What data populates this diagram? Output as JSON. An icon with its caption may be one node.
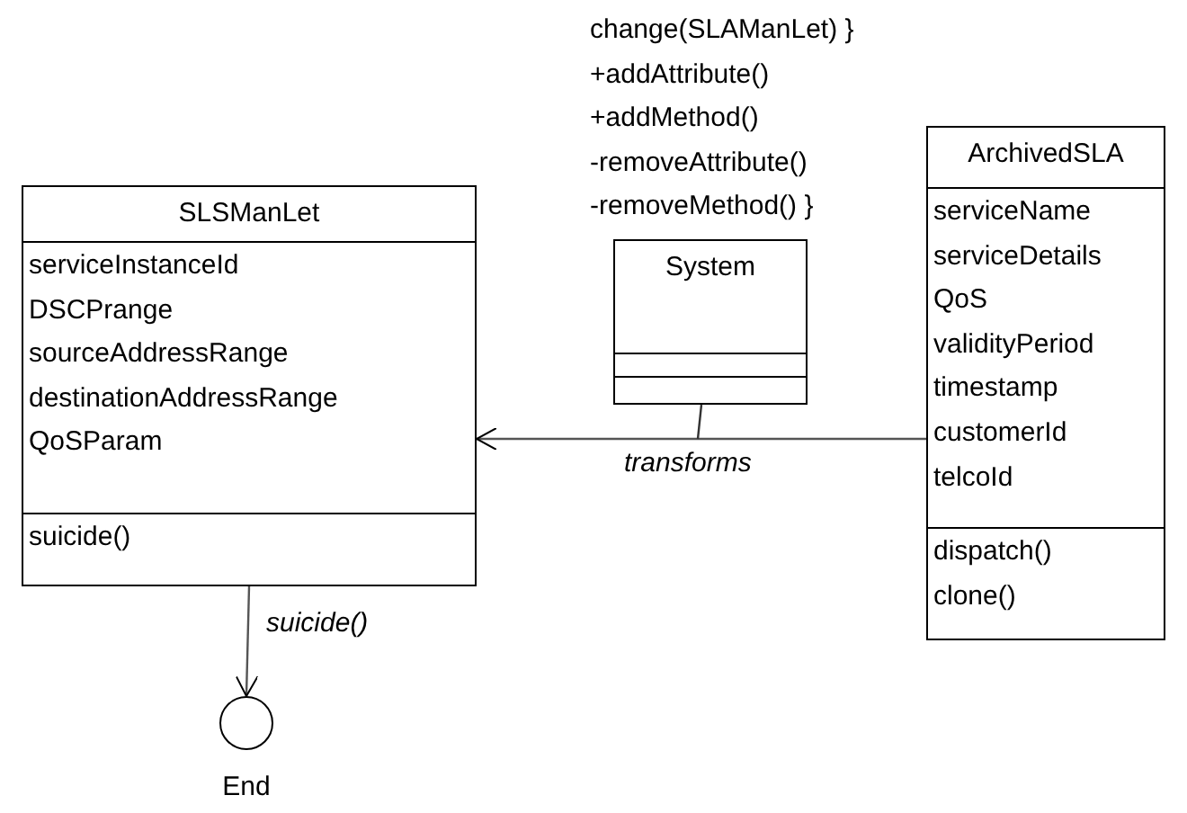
{
  "diagram": {
    "nodes": [
      {
        "text": [
          "SLSManLet",
          "serviceInstanceId",
          "DSCPrange",
          "sourceAddressRange",
          "destinationAddressRange",
          "QoSParam",
          "suicide()"
        ]
      },
      {
        "text": [
          "System"
        ],
        "beside": [
          "change(SLAManLet) }",
          "+addAttribute()",
          "+addMethod()",
          "-removeAttribute()",
          "-removeMethod() }"
        ]
      },
      {
        "text": [
          "ArchivedSLA",
          "serviceName",
          "serviceDetails",
          "QoS",
          "validityPeriod",
          "timestamp",
          "customerId",
          "telcoId",
          "dispatch()",
          "clone()"
        ]
      },
      {
        "text": [],
        "shape": "circle",
        "beside": [
          "End"
        ]
      }
    ],
    "edges": [
      {
        "from": 2,
        "to": 0,
        "arrow": "to",
        "label": "transforms"
      },
      {
        "from": 0,
        "to": 3,
        "arrow": "to",
        "label": "suicide()"
      },
      {
        "from": 1,
        "to": null,
        "arrow": "none"
      }
    ]
  }
}
